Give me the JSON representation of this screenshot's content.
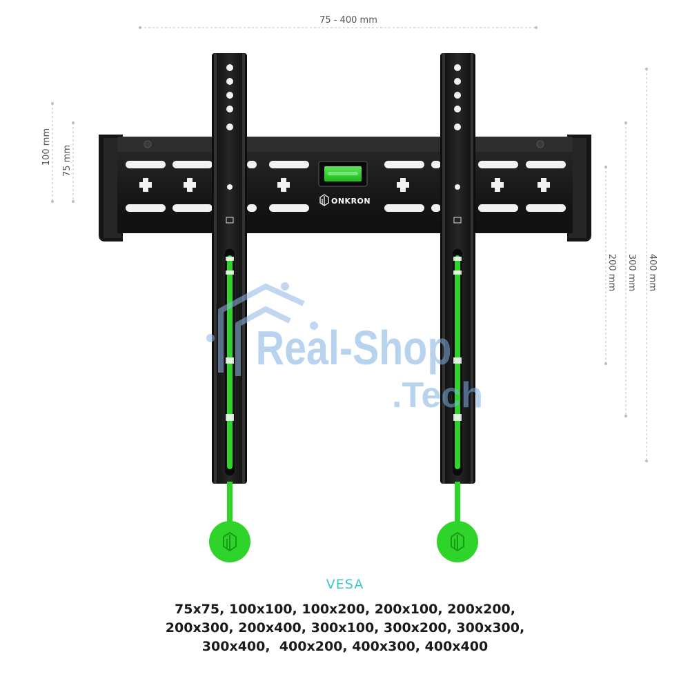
{
  "dimensions": {
    "top_width": "75 - 400 mm",
    "left_outer": "100 mm",
    "left_inner": "75 mm",
    "right_small": "200 mm",
    "right_mid": "300 mm",
    "right_large": "400 mm"
  },
  "brand": {
    "name": "ONKRON"
  },
  "watermark": {
    "line1": "Real-Shop",
    "line2": ".Tech"
  },
  "vesa": {
    "title": "VESA",
    "lines": [
      "75x75, 100x100, 100x200, 200x100, 200x200,",
      "200x300, 200x400, 300x100, 300x200, 300x300,",
      "300x400,  400x200, 400x300, 400x400"
    ]
  },
  "colors": {
    "bracket": "#1c1c1c",
    "accent_green": "#2fd42a",
    "vesa_title": "#3cc6c4",
    "watermark": "#7fb0e0"
  }
}
